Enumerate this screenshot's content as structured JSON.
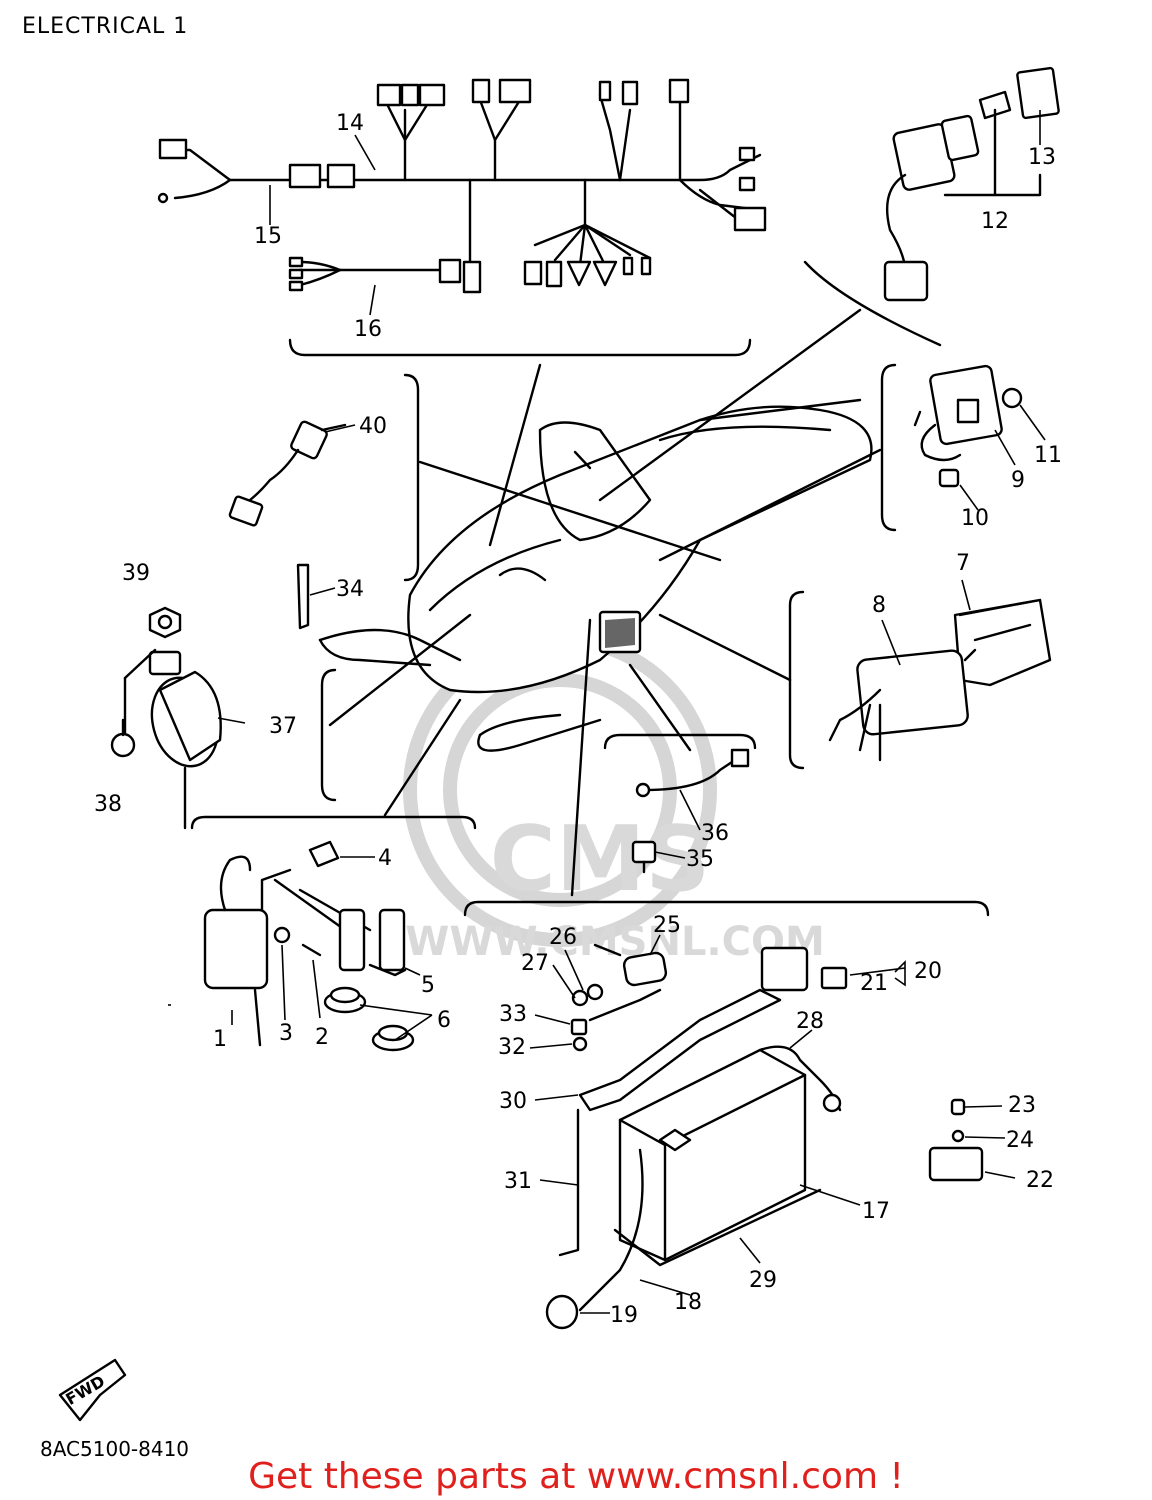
{
  "page": {
    "title": "ELECTRICAL 1",
    "drawing_code": "8AC5100-8410",
    "footer": "Get these parts at www.cmsnl.com !"
  },
  "watermark": {
    "brand": "CMS",
    "url": "WWW.CMSNL.COM"
  },
  "direction_arrow": {
    "label": "FWD"
  },
  "callouts": [
    "1",
    "2",
    "3",
    "4",
    "5",
    "6",
    "7",
    "8",
    "9",
    "10",
    "11",
    "12",
    "13",
    "14",
    "15",
    "16",
    "17",
    "18",
    "19",
    "20",
    "21",
    "22",
    "23",
    "24",
    "25",
    "26",
    "27",
    "28",
    "29",
    "30",
    "31",
    "32",
    "33",
    "34",
    "35",
    "36",
    "37",
    "38",
    "39",
    "40"
  ],
  "colors": {
    "line": "#000000",
    "footer": "#e0201c",
    "watermark": "#d9d9d9"
  }
}
